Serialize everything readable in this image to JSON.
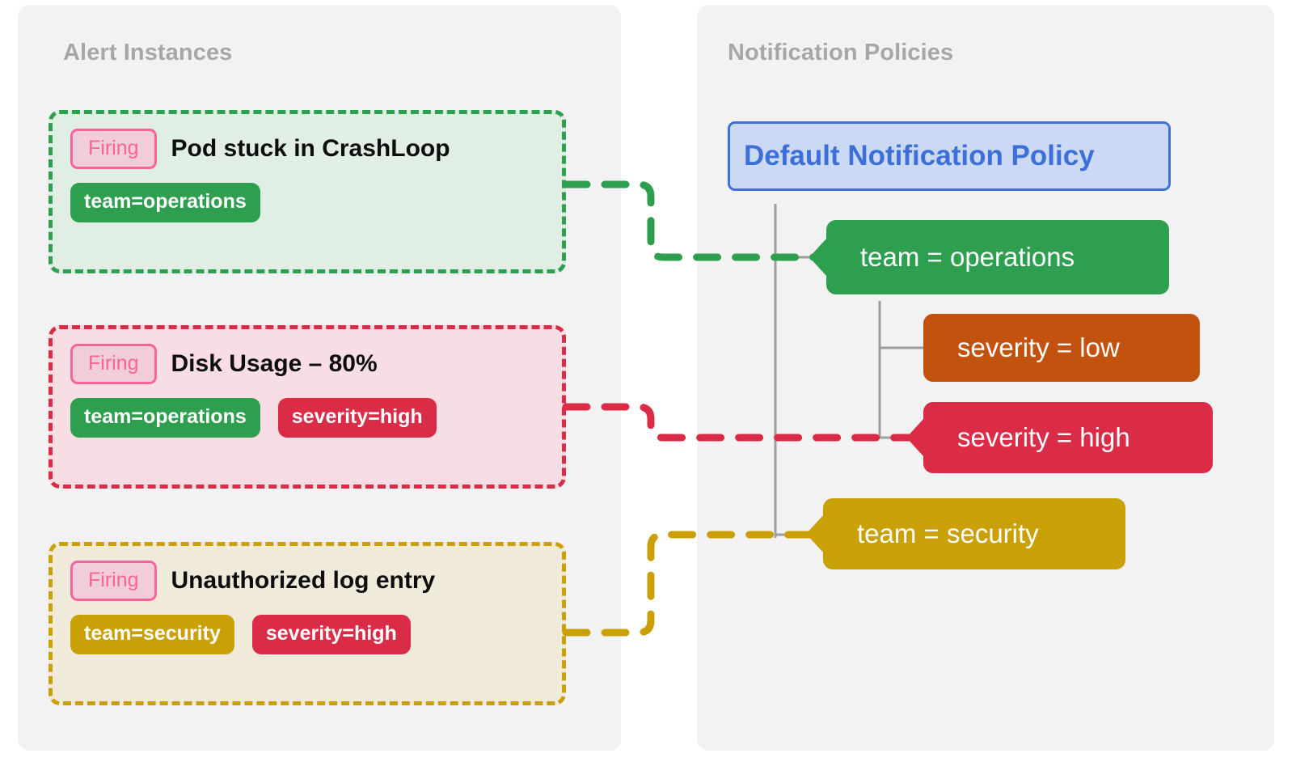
{
  "panels": {
    "alerts": {
      "title": "Alert Instances"
    },
    "policies": {
      "title": "Notification Policies"
    }
  },
  "alerts": [
    {
      "status": "Firing",
      "title": "Pod stuck in CrashLoop",
      "tags": [
        {
          "label": "team=operations",
          "color": "#2e9e4f"
        }
      ],
      "border_color": "#2e9e4f",
      "background": "#e0eee4"
    },
    {
      "status": "Firing",
      "title": "Disk Usage – 80%",
      "tags": [
        {
          "label": "team=operations",
          "color": "#2e9e4f"
        },
        {
          "label": "severity=high",
          "color": "#da2c46"
        }
      ],
      "border_color": "#da2c46",
      "background": "#f8dee4"
    },
    {
      "status": "Firing",
      "title": "Unauthorized log entry",
      "tags": [
        {
          "label": "team=security",
          "color": "#c9a107"
        },
        {
          "label": "severity=high",
          "color": "#da2c46"
        }
      ],
      "border_color": "#c9a107",
      "background": "#efeada"
    }
  ],
  "policy_tree": {
    "root": {
      "label": "Default Notification Policy",
      "color": "#3c6fd8",
      "background": "#ccd9f5"
    },
    "nodes": [
      {
        "label": "team = operations",
        "color": "#2e9e4f",
        "matched": true
      },
      {
        "label": "severity = low",
        "color": "#c4520f",
        "matched": false
      },
      {
        "label": "severity = high",
        "color": "#da2c46",
        "matched": true
      },
      {
        "label": "team = security",
        "color": "#c9a107",
        "matched": true
      }
    ]
  },
  "connections": [
    {
      "from": "Pod stuck in CrashLoop",
      "to": "team = operations",
      "color": "#2e9e4f"
    },
    {
      "from": "Disk Usage – 80%",
      "to": "severity = high",
      "color": "#da2c46"
    },
    {
      "from": "Unauthorized log entry",
      "to": "team = security",
      "color": "#c9a107"
    }
  ],
  "colors": {
    "panel_background": "#f2f2f2",
    "page_background": "#ffffff",
    "title_text": "#a7a7a7",
    "badge_border": "#f9639b",
    "badge_background": "#f0cdd9",
    "tree_line": "#9e9e9e"
  }
}
